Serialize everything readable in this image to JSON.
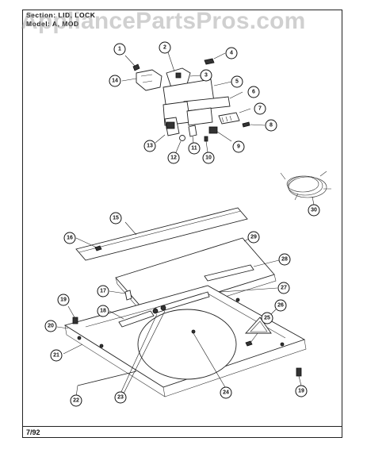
{
  "header": {
    "section_label": "Section: LID, LOCK",
    "model_label": "Model: A, MOD"
  },
  "watermark": "AppliancePartsPros.com",
  "footer": {
    "date_code": "7/92"
  },
  "callouts": [
    "1",
    "2",
    "3",
    "4",
    "5",
    "6",
    "7",
    "8",
    "9",
    "10",
    "11",
    "12",
    "13",
    "14",
    "15",
    "16",
    "17",
    "18",
    "19",
    "20",
    "21",
    "22",
    "23",
    "24",
    "25",
    "26",
    "27",
    "28",
    "29",
    "30",
    "19"
  ]
}
